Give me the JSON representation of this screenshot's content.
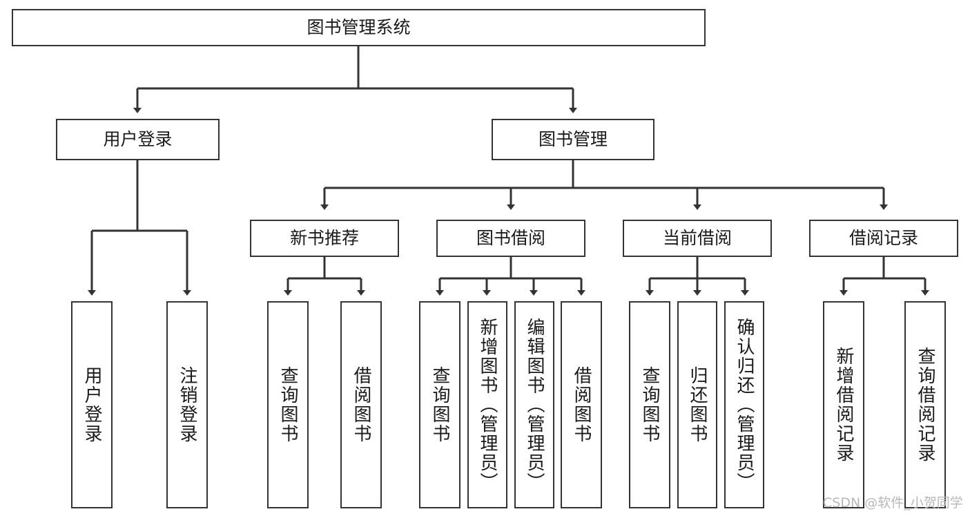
{
  "diagram": {
    "title": "图书管理系统",
    "type": "hierarchy-tree",
    "watermark": "CSDN @软件_小贺同学",
    "colors": {
      "box_border": "#333333",
      "box_fill": "#ffffff",
      "edge": "#333333",
      "text": "#1a1a1a",
      "watermark": "#b8b8b8"
    },
    "nodes": {
      "root": {
        "label": "图书管理系统"
      },
      "level1": [
        {
          "id": "user-login",
          "label": "用户登录"
        },
        {
          "id": "book-management",
          "label": "图书管理"
        }
      ],
      "level2": [
        {
          "id": "new-book-recommend",
          "label": "新书推荐"
        },
        {
          "id": "book-borrow",
          "label": "图书借阅"
        },
        {
          "id": "current-borrow",
          "label": "当前借阅"
        },
        {
          "id": "borrow-record",
          "label": "借阅记录"
        }
      ],
      "leaves": {
        "user-login": [
          {
            "id": "leaf-user-login",
            "label": "用户登录"
          },
          {
            "id": "leaf-logout",
            "label": "注销登录"
          }
        ],
        "new-book-recommend": [
          {
            "id": "leaf-query-book-1",
            "label": "查询图书"
          },
          {
            "id": "leaf-borrow-book-1",
            "label": "借阅图书"
          }
        ],
        "book-borrow": [
          {
            "id": "leaf-query-book-2",
            "label": "查询图书"
          },
          {
            "id": "leaf-add-book",
            "label": "新增图书（管理员）"
          },
          {
            "id": "leaf-edit-book",
            "label": "编辑图书（管理员）"
          },
          {
            "id": "leaf-borrow-book-2",
            "label": "借阅图书"
          }
        ],
        "current-borrow": [
          {
            "id": "leaf-query-book-3",
            "label": "查询图书"
          },
          {
            "id": "leaf-return-book",
            "label": "归还图书"
          },
          {
            "id": "leaf-confirm-return",
            "label": "确认归还（管理员）"
          }
        ],
        "borrow-record": [
          {
            "id": "leaf-add-record",
            "label": "新增借阅记录"
          },
          {
            "id": "leaf-query-record",
            "label": "查询借阅记录"
          }
        ]
      }
    }
  }
}
